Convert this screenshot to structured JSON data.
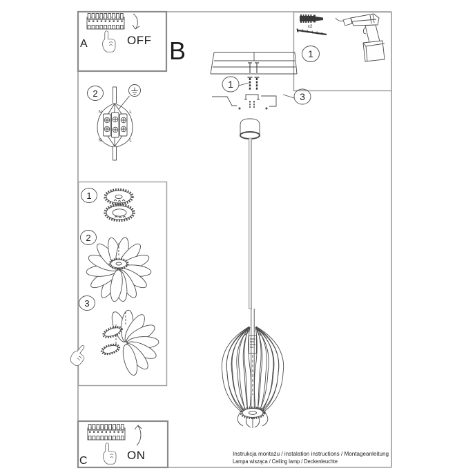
{
  "colors": {
    "ink": "#4a4a4a",
    "frame": "#9b9b9b",
    "box_border": "#8a8a8a",
    "dark": "#333333",
    "cable": "#e2e2e2",
    "text": "#1c1c1c"
  },
  "panel_a": {
    "label": "A",
    "state": "OFF"
  },
  "section_b": {
    "label": "B"
  },
  "panel_c": {
    "label": "C",
    "state": "ON"
  },
  "parts": {
    "step": "1",
    "plug_qty": "x2"
  },
  "wiring": {
    "step": "2",
    "n_top": "N",
    "l_top": "L",
    "n_bottom": "N",
    "l_bottom": "L"
  },
  "assembly": {
    "step1": "1",
    "step2": "2",
    "step3": "3"
  },
  "mounting": {
    "screws_step": "1",
    "bracket_step": "3"
  },
  "footer": {
    "line1": "Instrukcja montażu / instalation instructions / Montageanleitung",
    "line2": "Lampa wisząca / Ceiling lamp / Deckenleuchte"
  }
}
